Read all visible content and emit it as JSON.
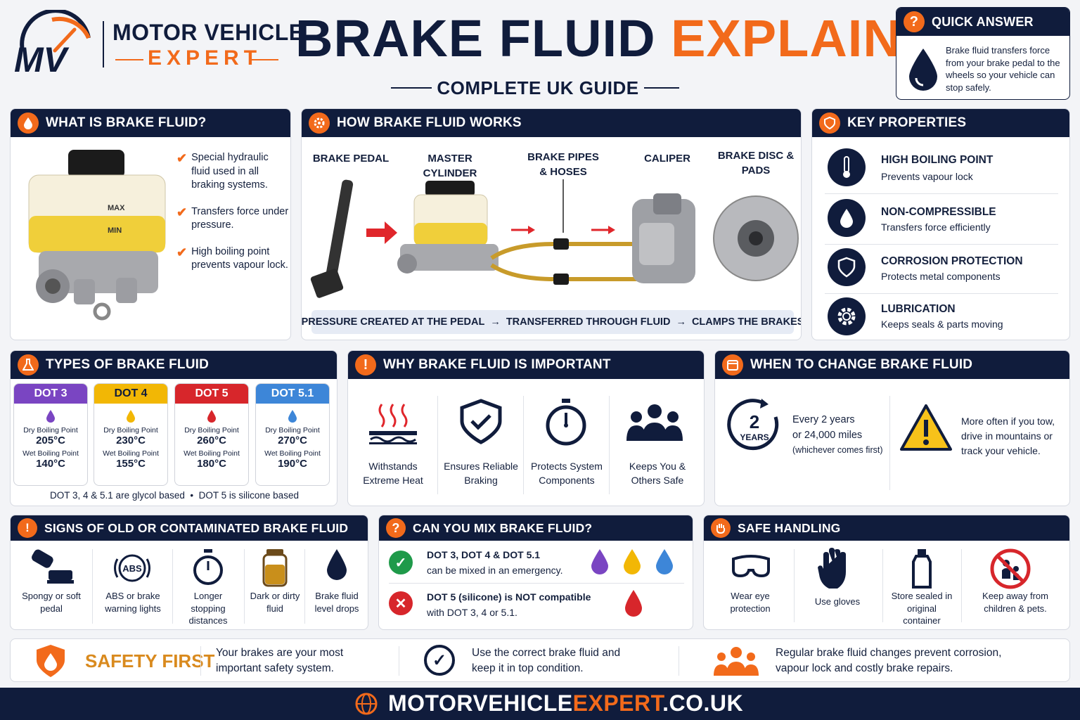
{
  "logo": {
    "line1": "MOTOR VEHICLE",
    "line2": "EXPERT",
    "mark": "MV"
  },
  "title": {
    "part1": "BRAKE FLUID",
    "part2": "EXPLAINED",
    "subtitle": "COMPLETE UK GUIDE"
  },
  "quick": {
    "title": "QUICK ANSWER",
    "text": "Brake fluid transfers force from your brake pedal to the wheels so your vehicle can stop safely."
  },
  "what": {
    "title": "WHAT IS BRAKE FLUID?",
    "bullets": [
      "Special hydraulic fluid used in all braking systems.",
      "Transfers force under pressure.",
      "High boiling point prevents vapour lock."
    ],
    "max": "MAX",
    "min": "MIN"
  },
  "how": {
    "title": "HOW BRAKE FLUID WORKS",
    "labels": [
      "BRAKE PEDAL",
      "MASTER CYLINDER",
      "BRAKE PIPES & HOSES",
      "CALIPER",
      "BRAKE DISC & PADS"
    ],
    "flow": [
      "PRESSURE CREATED AT THE PEDAL",
      "TRANSFERRED THROUGH FLUID",
      "CLAMPS THE BRAKES"
    ],
    "arrow": "→"
  },
  "props": {
    "title": "KEY PROPERTIES",
    "items": [
      {
        "name": "HIGH BOILING POINT",
        "desc": "Prevents vapour lock",
        "icon": "thermometer-icon"
      },
      {
        "name": "NON-COMPRESSIBLE",
        "desc": "Transfers force efficiently",
        "icon": "drop-icon"
      },
      {
        "name": "CORROSION PROTECTION",
        "desc": "Protects metal components",
        "icon": "shield-icon"
      },
      {
        "name": "LUBRICATION",
        "desc": "Keeps seals & parts moving",
        "icon": "gear-icon"
      }
    ]
  },
  "types": {
    "title": "TYPES OF BRAKE FLUID",
    "dry_label": "Dry Boiling Point",
    "wet_label": "Wet Boiling Point",
    "items": [
      {
        "name": "DOT 3",
        "color": "#7a45c2",
        "dry": "205°C",
        "wet": "140°C"
      },
      {
        "name": "DOT 4",
        "color": "#f2b705",
        "dry": "230°C",
        "wet": "155°C"
      },
      {
        "name": "DOT 5",
        "color": "#d7262b",
        "dry": "260°C",
        "wet": "180°C"
      },
      {
        "name": "DOT 5.1",
        "color": "#3d86d8",
        "dry": "270°C",
        "wet": "190°C"
      }
    ],
    "note1": "DOT 3, 4 & 5.1 are glycol based",
    "bullet": "•",
    "note2": "DOT 5 is silicone based"
  },
  "why": {
    "title": "WHY BRAKE FLUID IS IMPORTANT",
    "items": [
      {
        "label": "Withstands Extreme Heat",
        "icon": "heat-icon"
      },
      {
        "label": "Ensures Reliable Braking",
        "icon": "shield-check-icon"
      },
      {
        "label": "Protects System Components",
        "icon": "stopwatch-icon"
      },
      {
        "label": "Keeps You & Others Safe",
        "icon": "people-icon"
      }
    ]
  },
  "when": {
    "title": "WHEN TO CHANGE BRAKE FLUID",
    "number": "2",
    "unit": "YEARS",
    "line1": "Every 2 years",
    "line2": "or 24,000 miles",
    "line3": "(whichever comes first)",
    "warn": "More often if you tow, drive in mountains or track your vehicle."
  },
  "signs": {
    "title": "SIGNS OF OLD OR CONTAMINATED BRAKE FLUID",
    "abs": "ABS",
    "items": [
      "Spongy or soft pedal",
      "ABS or brake warning lights",
      "Longer stopping distances",
      "Dark or dirty fluid",
      "Brake fluid level drops"
    ]
  },
  "mix": {
    "title": "CAN YOU MIX BRAKE FLUID?",
    "yes1": "DOT 3, DOT 4 & DOT 5.1",
    "yes2": "can be mixed in an emergency.",
    "no1": "DOT 5 (silicone) is NOT compatible",
    "no2": "with DOT 3, 4 or 5.1."
  },
  "safe": {
    "title": "SAFE HANDLING",
    "items": [
      "Wear eye protection",
      "Use gloves",
      "Store sealed in original container",
      "Keep away from children & pets."
    ]
  },
  "first": {
    "title": "SAFETY FIRST",
    "t1": "Your brakes are your most important safety system.",
    "t2": "Use the correct brake fluid and keep it in top condition.",
    "t3": "Regular brake fluid changes prevent corrosion, vapour lock and costly brake repairs."
  },
  "footer": {
    "a": "MOTORVEHICLE",
    "b": "EXPERT",
    "c": ".CO.UK"
  },
  "colors": {
    "navy": "#101c3c",
    "orange": "#f26a1b",
    "green": "#1f9a4a",
    "red": "#d7262b"
  }
}
